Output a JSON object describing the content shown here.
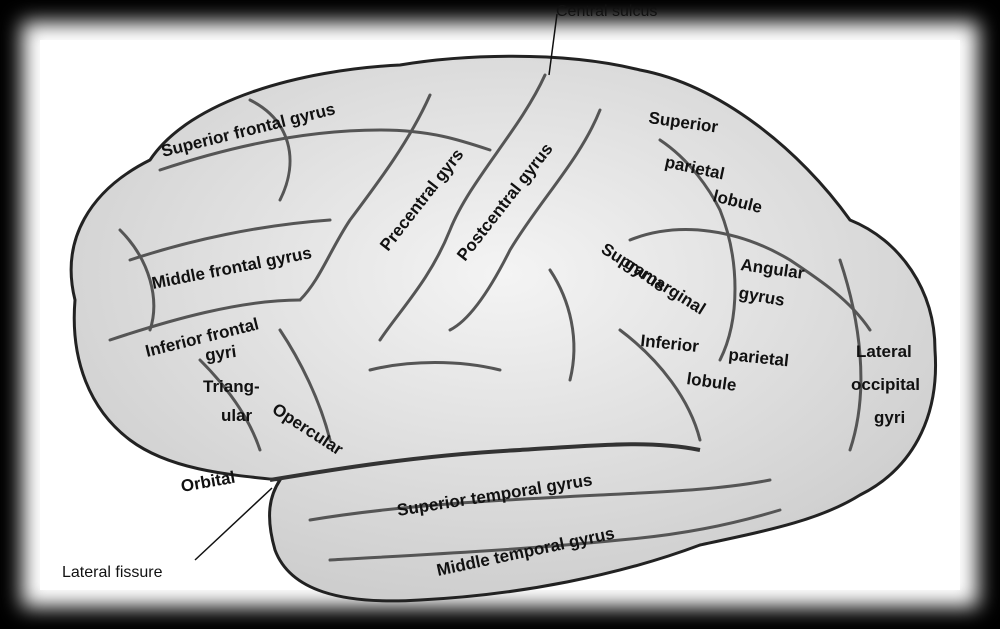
{
  "colors": {
    "background": "#000000",
    "page": "#ffffff",
    "brain_fill": "#d9d9d9",
    "gyrus": "#ececec",
    "sulcus": "#3a3a3a"
  },
  "labels": {
    "central_sulcus": "Central sulcus",
    "superior_frontal_gyrus": "Superior frontal gyrus",
    "superior_parietal_1": "Superior",
    "superior_parietal_2": "parietal",
    "superior_parietal_3": "lobule",
    "precentral": "Precentral gyrs",
    "postcentral": "Postcentral gyrus",
    "middle_frontal": "Middle frontal gyrus",
    "supramarginal_1": "Supramarginal",
    "supramarginal_2": "gyrus",
    "angular_1": "Angular",
    "angular_2": "gyrus",
    "inferior_frontal_1": "Inferior frontal",
    "inferior_frontal_2": "gyri",
    "inferior_parietal_1": "Inferior",
    "inferior_parietal_2": "parietal",
    "inferior_parietal_3": "lobule",
    "lateral_occipital_1": "Lateral",
    "lateral_occipital_2": "occipital",
    "lateral_occipital_3": "gyri",
    "triangular_1": "Triang-",
    "triangular_2": "ular",
    "opercular": "Opercular",
    "orbital": "Orbital",
    "superior_temporal": "Superior temporal gyrus",
    "middle_temporal": "Middle temporal gyrus",
    "lateral_fissure": "Lateral fissure"
  }
}
